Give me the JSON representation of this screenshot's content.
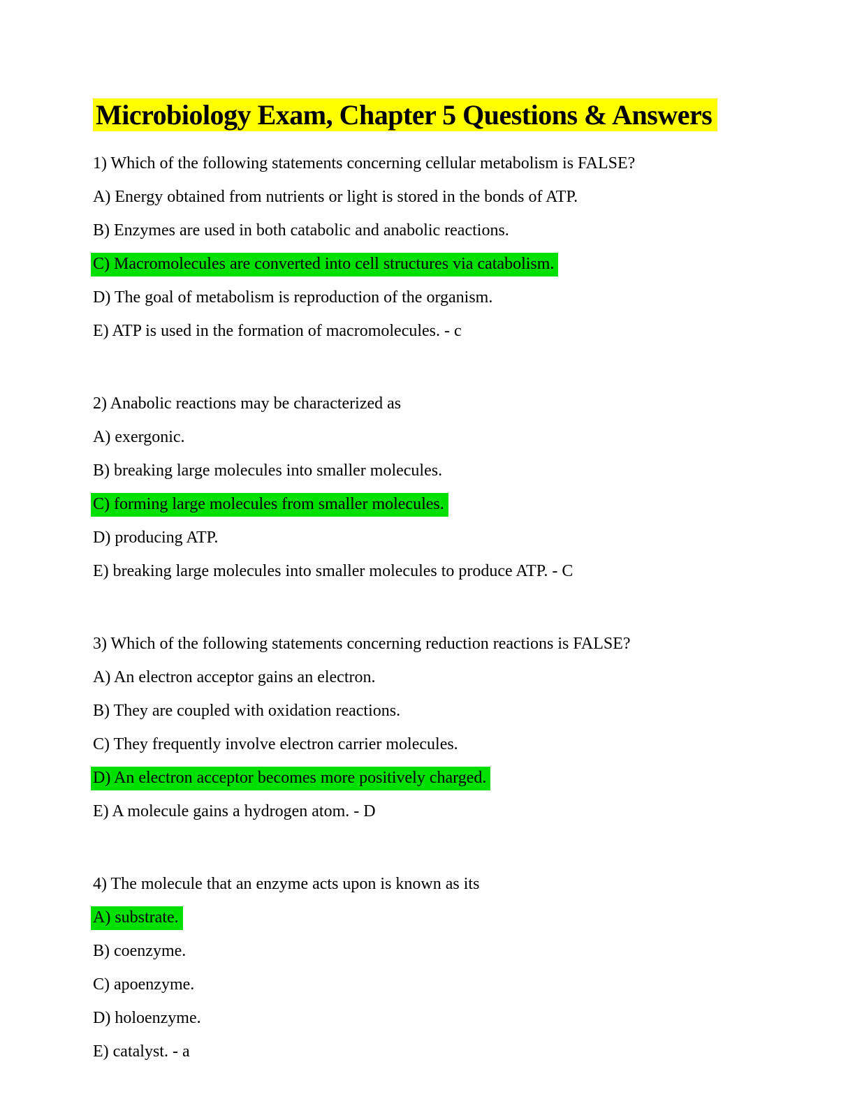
{
  "page": {
    "title": "Microbiology Exam, Chapter 5 Questions & Answers",
    "title_highlight_color": "#ffff00",
    "answer_highlight_color": "#00e000",
    "text_color": "#000000",
    "background_color": "#ffffff"
  },
  "questions": [
    {
      "prompt": "1) Which of the following statements concerning cellular metabolism is FALSE?",
      "options": [
        {
          "text": "A) Energy obtained from nutrients or light is stored in the bonds of ATP.",
          "highlighted": false
        },
        {
          "text": "B) Enzymes are used in both catabolic and anabolic reactions.",
          "highlighted": false
        },
        {
          "text": "C) Macromolecules are converted into cell structures via catabolism.",
          "highlighted": true
        },
        {
          "text": "D) The goal of metabolism is reproduction of the organism.",
          "highlighted": false
        },
        {
          "text": "E) ATP is used in the formation of macromolecules. - c",
          "highlighted": false
        }
      ]
    },
    {
      "prompt": "2) Anabolic reactions may be characterized as",
      "options": [
        {
          "text": "A) exergonic.",
          "highlighted": false
        },
        {
          "text": "B) breaking large molecules into smaller molecules.",
          "highlighted": false
        },
        {
          "text": "C) forming large molecules from smaller molecules.",
          "highlighted": true
        },
        {
          "text": "D) producing ATP.",
          "highlighted": false
        },
        {
          "text": "E) breaking large molecules into smaller molecules to produce ATP. - C",
          "highlighted": false
        }
      ]
    },
    {
      "prompt": "3) Which of the following statements concerning reduction reactions is FALSE?",
      "options": [
        {
          "text": "A) An electron acceptor gains an electron.",
          "highlighted": false
        },
        {
          "text": "B) They are coupled with oxidation reactions.",
          "highlighted": false
        },
        {
          "text": "C) They frequently involve electron carrier molecules.",
          "highlighted": false
        },
        {
          "text": "D) An electron acceptor becomes more positively charged.",
          "highlighted": true
        },
        {
          "text": "E) A molecule gains a hydrogen atom. - D",
          "highlighted": false
        }
      ]
    },
    {
      "prompt": "4) The molecule that an enzyme acts upon is known as its",
      "options": [
        {
          "text": "A) substrate.",
          "highlighted": true
        },
        {
          "text": "B) coenzyme.",
          "highlighted": false
        },
        {
          "text": "C) apoenzyme.",
          "highlighted": false
        },
        {
          "text": "D) holoenzyme.",
          "highlighted": false
        },
        {
          "text": "E) catalyst. - a",
          "highlighted": false
        }
      ]
    }
  ]
}
